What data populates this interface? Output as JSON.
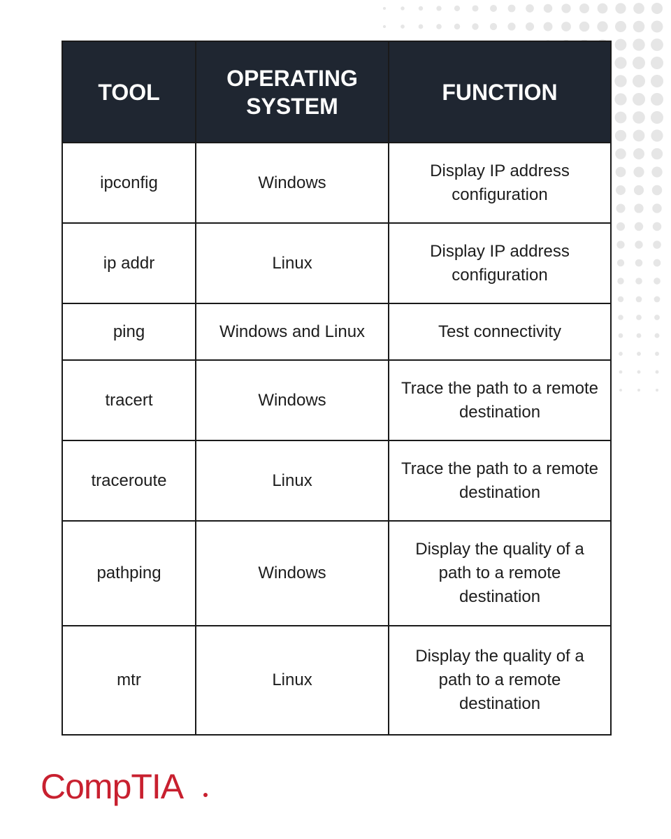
{
  "table": {
    "headers": [
      "TOOL",
      "OPERATING SYSTEM",
      "FUNCTION"
    ],
    "rows": [
      [
        "ipconfig",
        "Windows",
        "Display IP address configuration"
      ],
      [
        "ip addr",
        "Linux",
        "Display IP address configuration"
      ],
      [
        "ping",
        "Windows and Linux",
        "Test connectivity"
      ],
      [
        "tracert",
        "Windows",
        "Trace the path to a remote destination"
      ],
      [
        "traceroute",
        "Linux",
        "Trace the path to a remote destination"
      ],
      [
        "pathping",
        "Windows",
        "Display the quality of a path to a remote destination"
      ],
      [
        "mtr",
        "Linux",
        "Display the quality of a path to a remote destination"
      ]
    ]
  },
  "logo": {
    "text": "CompTIA",
    "color": "#c8202f"
  },
  "colors": {
    "header_bg": "#1f2631",
    "border": "#1a1a1a",
    "dots": "#e6e6e6"
  }
}
